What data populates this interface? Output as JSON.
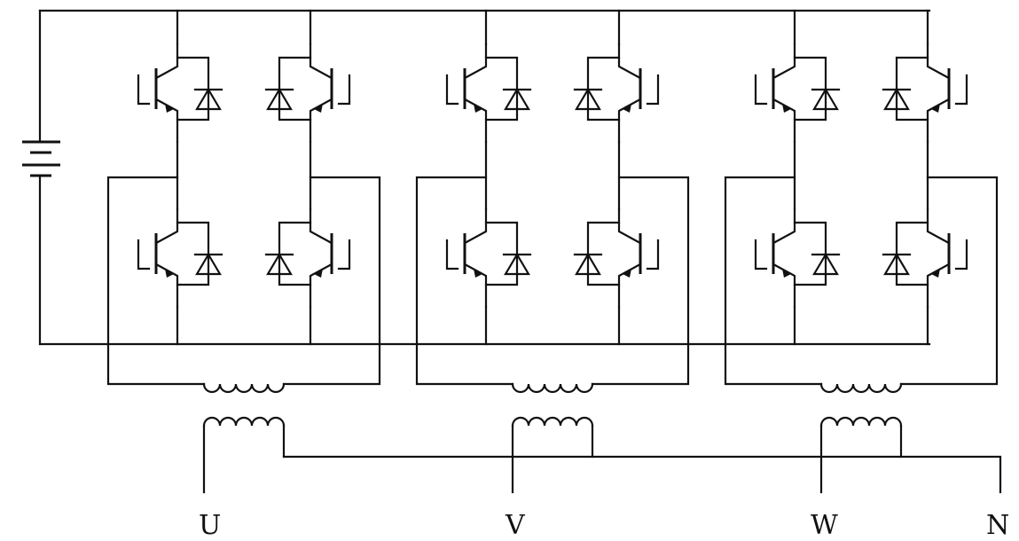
{
  "labels": {
    "u": "U",
    "v": "V",
    "w": "W",
    "n": "N"
  },
  "colors": {
    "line": "#111111",
    "background": "#ffffff"
  },
  "components": {
    "dc_source": "battery-icon",
    "switch": "igbt-icon",
    "freewheel_diode": "diode-icon",
    "transformer": "transformer-icon"
  }
}
